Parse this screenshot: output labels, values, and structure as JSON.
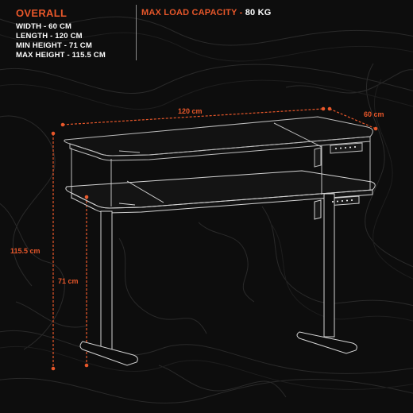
{
  "overall": {
    "title": "OVERALL",
    "specs": [
      "WIDTH - 60 CM",
      "LENGTH - 120 CM",
      "MIN HEIGHT - 71 CM",
      "MAX HEIGHT - 115.5 CM"
    ]
  },
  "max_load": {
    "label": "MAX LOAD CAPACITY - ",
    "value": "80 KG"
  },
  "dimensions": {
    "width": "120 cm",
    "depth": "60 cm",
    "max_height": "115.5 cm",
    "min_height": "71 cm"
  },
  "colors": {
    "accent": "#e8572a",
    "background": "#0d0d0d",
    "text": "#ffffff",
    "line": "#d0d0d0"
  }
}
